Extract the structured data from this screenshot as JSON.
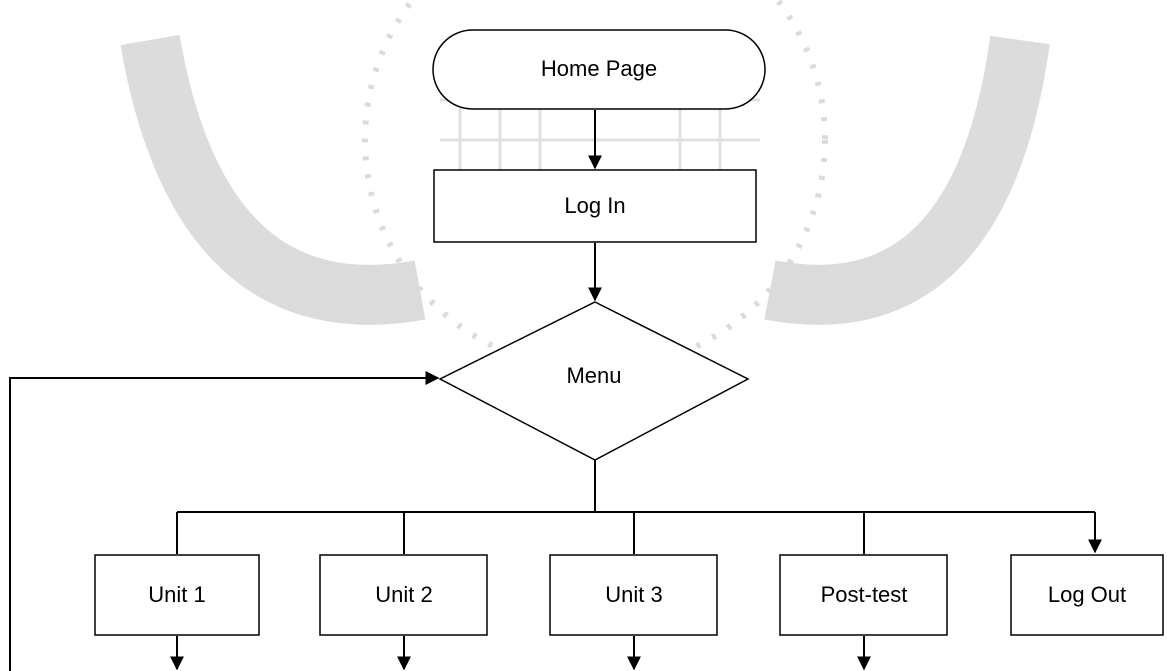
{
  "flowchart": {
    "start": {
      "label": "Home Page"
    },
    "login": {
      "label": "Log In"
    },
    "menu": {
      "label": "Menu"
    },
    "units": [
      {
        "label": "Unit 1"
      },
      {
        "label": "Unit 2"
      },
      {
        "label": "Unit 3"
      },
      {
        "label": "Post-test"
      },
      {
        "label": "Log Out"
      }
    ]
  },
  "colors": {
    "line": "#000000",
    "watermark": "#bfbfbf"
  }
}
